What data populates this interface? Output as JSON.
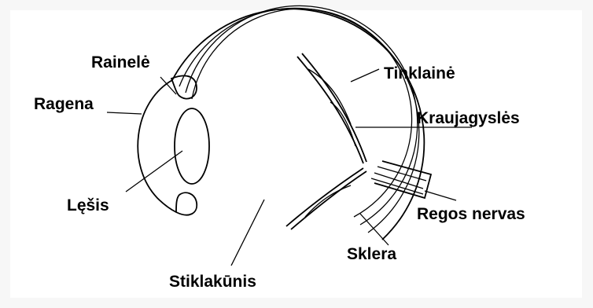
{
  "diagram": {
    "labels": {
      "iris": "Rainelė",
      "cornea": "Ragena",
      "lens": "Lęšis",
      "vitreous": "Stiklakūnis",
      "retina": "Tinklainė",
      "vessels": "Kraujagyslės",
      "optic_nerve": "Regos nervas",
      "sclera": "Sklera"
    }
  }
}
